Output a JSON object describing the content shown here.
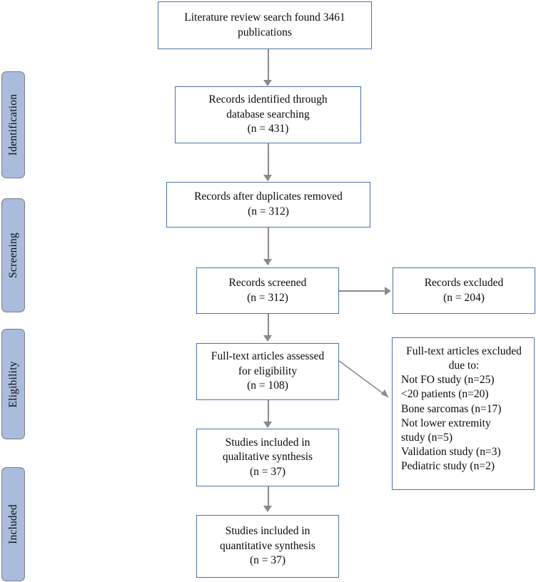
{
  "diagram": {
    "type": "prisma-flow-diagram",
    "colors": {
      "box_border": "#4a72ac",
      "stage_fill": "#a9bcdd",
      "stage_border": "#7d7d7d",
      "connector": "#8a8a8a",
      "text": "#0a0a0a",
      "background": "#ffffff"
    }
  },
  "stages": [
    {
      "label": "Identification"
    },
    {
      "label": "Screening"
    },
    {
      "label": "Eligibility"
    },
    {
      "label": "Included"
    }
  ],
  "boxes": {
    "literature_search": {
      "lines": [
        "Literature review search found 3461",
        "publications"
      ]
    },
    "records_identified": {
      "lines": [
        "Records identified through",
        "database searching",
        "(n = 431)"
      ],
      "n": 431
    },
    "records_after_duplicates": {
      "lines": [
        "Records after duplicates removed",
        "(n = 312)"
      ],
      "n": 312
    },
    "records_screened": {
      "lines": [
        "Records screened",
        "(n = 312)"
      ],
      "n": 312
    },
    "records_excluded": {
      "lines": [
        "Records excluded",
        "(n = 204)"
      ],
      "n": 204
    },
    "fulltext_assessed": {
      "lines": [
        "Full-text articles assessed",
        "for eligibility",
        "(n = 108)"
      ],
      "n": 108
    },
    "fulltext_excluded": {
      "heading": [
        "Full-text articles excluded",
        "due to:"
      ],
      "reasons": [
        "Not FO study (n=25)",
        "<20 patients (n=20)",
        "Bone sarcomas (n=17)",
        "Not lower extremity",
        "study (n=5)",
        "Validation study (n=3)",
        "Pediatric study (n=2)"
      ]
    },
    "qualitative_synthesis": {
      "lines": [
        "Studies included in",
        "qualitative synthesis",
        "(n = 37)"
      ],
      "n": 37
    },
    "quantitative_synthesis": {
      "lines": [
        "Studies included in",
        "quantitative synthesis",
        "(n = 37)"
      ],
      "n": 37
    }
  }
}
